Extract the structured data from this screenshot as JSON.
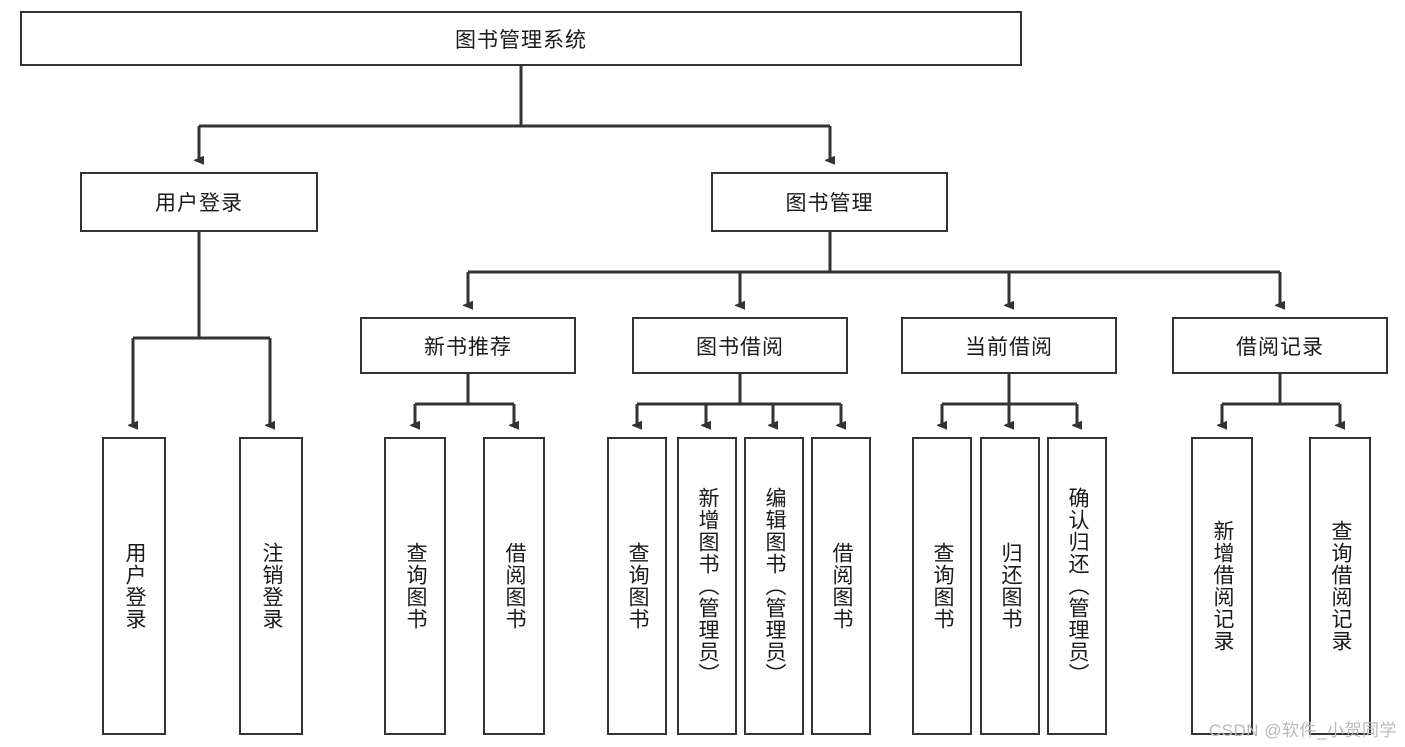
{
  "diagram": {
    "title": "图书管理系统",
    "type": "hierarchy-tree",
    "watermark": "CSDN @软件_小贺同学",
    "colors": {
      "box_border": "#333333",
      "box_fill": "#ffffff",
      "edge": "#333333",
      "text": "#1a1a1a",
      "watermark": "#b9b9b9"
    },
    "root": {
      "label": "图书管理系统"
    },
    "level2": [
      {
        "label": "用户登录"
      },
      {
        "label": "图书管理"
      }
    ],
    "level3": [
      {
        "label": "新书推荐"
      },
      {
        "label": "图书借阅"
      },
      {
        "label": "当前借阅"
      },
      {
        "label": "借阅记录"
      }
    ],
    "leaves_user_login": [
      {
        "label": "用户登录"
      },
      {
        "label": "注销登录"
      }
    ],
    "leaves_new_book": [
      {
        "label": "查询图书"
      },
      {
        "label": "借阅图书"
      }
    ],
    "leaves_borrow": [
      {
        "label": "查询图书"
      },
      {
        "label": "新增图书（管理员）"
      },
      {
        "label": "编辑图书（管理员）"
      },
      {
        "label": "借阅图书"
      }
    ],
    "leaves_current": [
      {
        "label": "查询图书"
      },
      {
        "label": "归还图书"
      },
      {
        "label": "确认归还（管理员）"
      }
    ],
    "leaves_record": [
      {
        "label": "新增借阅记录"
      },
      {
        "label": "查询借阅记录"
      }
    ]
  }
}
